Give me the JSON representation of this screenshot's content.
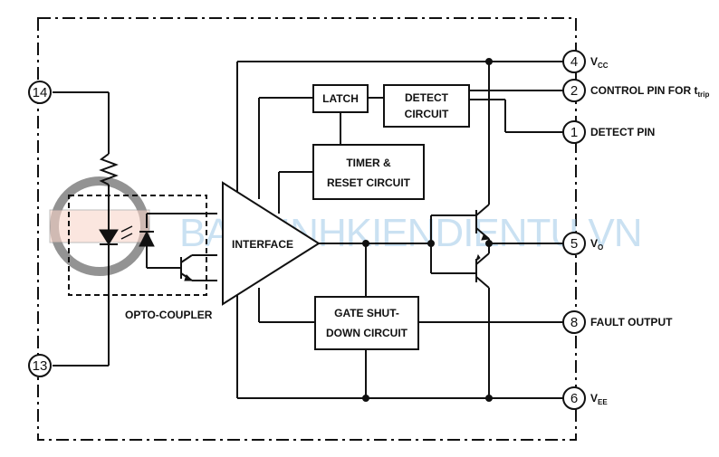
{
  "blocks": {
    "latch": "LATCH",
    "detect": [
      "DETECT",
      "CIRCUIT"
    ],
    "timer": [
      "TIMER &",
      "RESET CIRCUIT"
    ],
    "gate": [
      "GATE SHUT-",
      "DOWN CIRCUIT"
    ],
    "interface": "INTERFACE",
    "opto": "OPTO-COUPLER"
  },
  "pins": [
    {
      "num": "4",
      "label_main": "V",
      "label_sub": "CC"
    },
    {
      "num": "2",
      "label_main": "CONTROL PIN FOR t",
      "label_sub": "trip"
    },
    {
      "num": "1",
      "label_main": "DETECT PIN",
      "label_sub": ""
    },
    {
      "num": "5",
      "label_main": "V",
      "label_sub": "O"
    },
    {
      "num": "8",
      "label_main": "FAULT OUTPUT",
      "label_sub": ""
    },
    {
      "num": "6",
      "label_main": "V",
      "label_sub": "EE"
    }
  ],
  "input_pins": [
    {
      "num": "14"
    },
    {
      "num": "13"
    }
  ],
  "watermark": "BANLINHKIENDIENTU.VN",
  "colors": {
    "ink": "#111111",
    "watermark": "#9fc9e8"
  }
}
